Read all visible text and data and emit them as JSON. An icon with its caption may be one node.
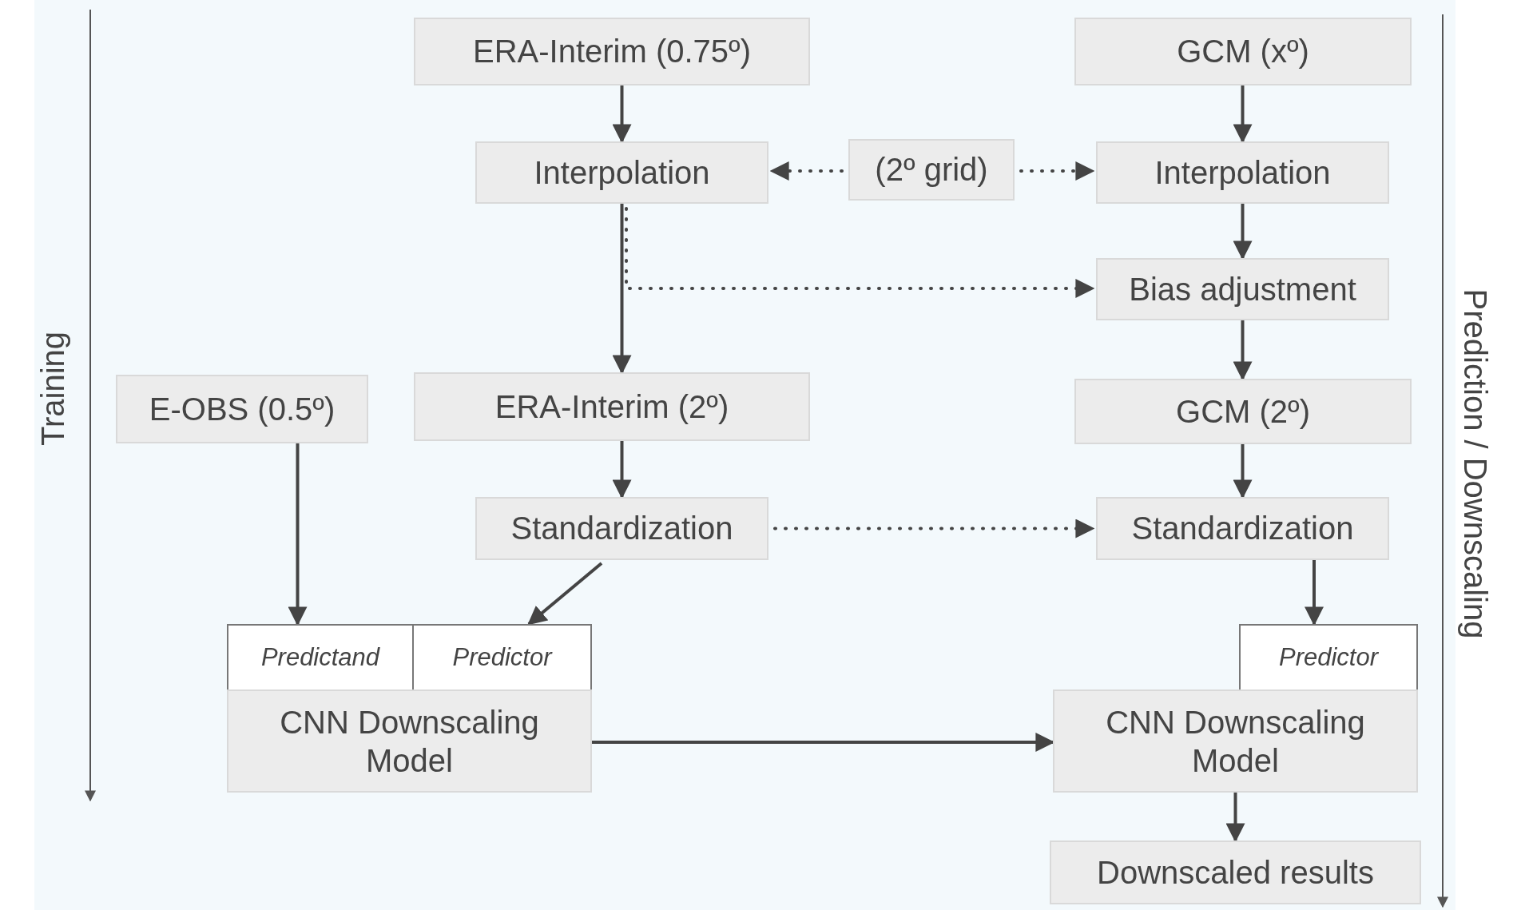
{
  "diagram": {
    "nodes": [
      {
        "text": [
          "ERA-Interim (0.75º)"
        ]
      },
      {
        "text": [
          "GCM (xº)"
        ]
      },
      {
        "text": [
          "Interpolation"
        ]
      },
      {
        "text": [
          "(2º grid)"
        ]
      },
      {
        "text": [
          "Interpolation"
        ]
      },
      {
        "text": [
          "Bias adjustment"
        ]
      },
      {
        "text": [
          "E-OBS (0.5º)"
        ]
      },
      {
        "text": [
          "ERA-Interim (2º)"
        ]
      },
      {
        "text": [
          "GCM (2º)"
        ]
      },
      {
        "text": [
          "Standardization"
        ]
      },
      {
        "text": [
          "Standardization"
        ]
      },
      {
        "text": [
          "Predictand"
        ]
      },
      {
        "text": [
          "Predictor"
        ]
      },
      {
        "text": [
          "Predictor"
        ]
      },
      {
        "text": [
          "CNN Downscaling Model"
        ]
      },
      {
        "text": [
          "CNN Downscaling Model"
        ]
      },
      {
        "text": [
          "Downscaled results"
        ]
      }
    ],
    "edges": [
      {
        "from": 0,
        "to": 2,
        "arrow": "to"
      },
      {
        "from": 1,
        "to": 4,
        "arrow": "to"
      },
      {
        "from": 3,
        "to": 2,
        "arrow": "to",
        "style": "dashed"
      },
      {
        "from": 3,
        "to": 4,
        "arrow": "to",
        "style": "dashed"
      },
      {
        "from": 2,
        "to": 7,
        "arrow": "to"
      },
      {
        "from": 2,
        "to": 5,
        "arrow": "to",
        "style": "dashed"
      },
      {
        "from": 4,
        "to": 5,
        "arrow": "to"
      },
      {
        "from": 5,
        "to": 8,
        "arrow": "to"
      },
      {
        "from": 7,
        "to": 9,
        "arrow": "to"
      },
      {
        "from": 8,
        "to": 10,
        "arrow": "to"
      },
      {
        "from": 9,
        "to": 10,
        "arrow": "to",
        "style": "dashed"
      },
      {
        "from": 6,
        "to": 11,
        "arrow": "to"
      },
      {
        "from": 9,
        "to": 12,
        "arrow": "to"
      },
      {
        "from": 10,
        "to": 13,
        "arrow": "to"
      },
      {
        "from": 14,
        "to": 15,
        "arrow": "to"
      },
      {
        "from": 15,
        "to": 16,
        "arrow": "to"
      }
    ],
    "labels": [
      "Training",
      "Prediction / Downscaling"
    ]
  }
}
